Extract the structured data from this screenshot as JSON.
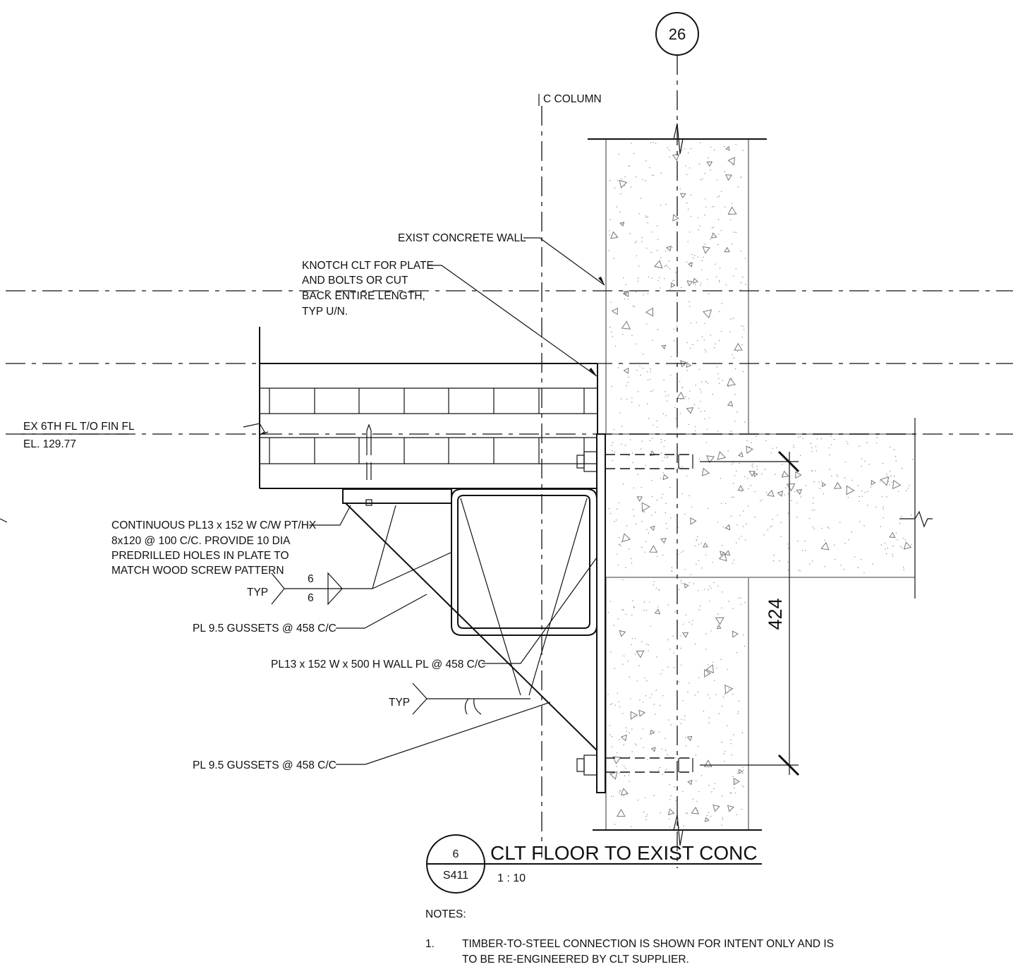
{
  "grid": {
    "bubble": "26"
  },
  "labels": {
    "column_centerline": "C COLUMN",
    "exist_wall": "EXIST CONCRETE WALL",
    "knotch": [
      "KNOTCH CLT FOR PLATE",
      "AND BOLTS OR CUT",
      "BACK ENTIRE LENGTH,",
      "TYP U/N."
    ],
    "floor_level": "EX 6TH FL T/O FIN FL",
    "elevation": "EL. 129.77",
    "continuous_plate": [
      "CONTINUOUS PL13 x 152 W C/W PT/HX",
      "8x120 @ 100 C/C. PROVIDE 10 DIA",
      "PREDRILLED HOLES IN PLATE TO",
      "MATCH WOOD SCREW PATTERN"
    ],
    "weld_typ_1": "TYP",
    "weld_size_top": "6",
    "weld_size_bottom": "6",
    "gussets_1": "PL 9.5 GUSSETS @ 458 C/C",
    "wall_plate": "PL13 x 152 W x 500 H WALL PL @ 458 C/C",
    "weld_typ_2": "TYP",
    "gussets_2": "PL 9.5 GUSSETS @ 458 C/C",
    "dimension": "424"
  },
  "title_block": {
    "detail_number": "6",
    "sheet": "S411",
    "title": "CLT FLOOR TO EXIST CONC",
    "scale": "1 : 10"
  },
  "notes": {
    "heading": "NOTES:",
    "items": [
      {
        "number": "1.",
        "lines": [
          "TIMBER-TO-STEEL CONNECTION IS SHOWN FOR INTENT ONLY AND IS",
          "TO BE RE-ENGINEERED BY CLT SUPPLIER."
        ]
      }
    ]
  }
}
